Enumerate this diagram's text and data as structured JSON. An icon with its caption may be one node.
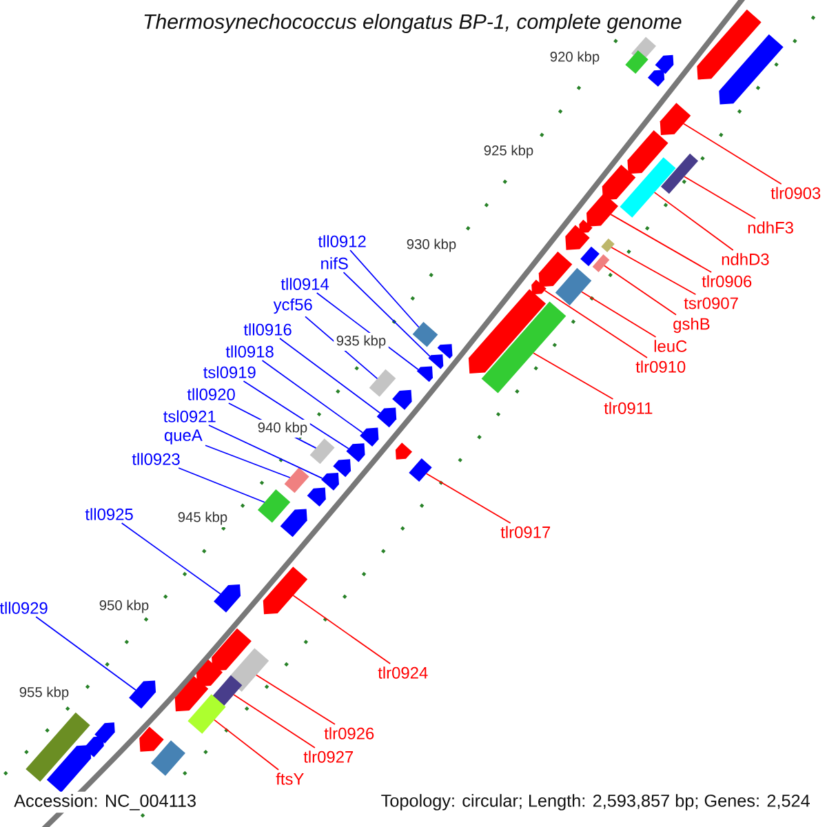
{
  "diagram": {
    "nodes": [
      {
        "text": [
          "tlr0903"
        ]
      },
      {
        "text": [
          "ndhF3"
        ]
      },
      {
        "text": [
          "ndhD3"
        ]
      },
      {
        "text": [
          "tlr0906"
        ]
      },
      {
        "text": [
          "tsr0907"
        ]
      },
      {
        "text": [
          "gshB"
        ]
      },
      {
        "text": [
          "leuC"
        ]
      },
      {
        "text": [
          "tlr0910"
        ]
      },
      {
        "text": [
          "tlr0911"
        ]
      },
      {
        "text": [
          "tlr0917"
        ]
      },
      {
        "text": [
          "tlr0924"
        ]
      },
      {
        "text": [
          "tlr0926"
        ]
      },
      {
        "text": [
          "tlr0927"
        ]
      },
      {
        "text": [
          "ftsY"
        ]
      },
      {
        "text": [
          "tll0912"
        ]
      },
      {
        "text": [
          "nifS"
        ]
      },
      {
        "text": [
          "tll0914"
        ]
      },
      {
        "text": [
          "ycf56"
        ]
      },
      {
        "text": [
          "tll0916"
        ]
      },
      {
        "text": [
          "tll0918"
        ]
      },
      {
        "text": [
          "tsl0919"
        ]
      },
      {
        "text": [
          "tll0920"
        ]
      },
      {
        "text": [
          "tsl0921"
        ]
      },
      {
        "text": [
          "queA"
        ]
      },
      {
        "text": [
          "tll0923"
        ]
      },
      {
        "text": [
          "tll0925"
        ]
      },
      {
        "text": [
          "tll0929"
        ]
      },
      {
        "text": [],
        "shape": "box"
      },
      {
        "text": [],
        "shape": "box"
      },
      {
        "text": [],
        "shape": "arrow"
      },
      {
        "text": [],
        "shape": "arrow"
      },
      {
        "text": [],
        "shape": "arrow"
      },
      {
        "text": [],
        "shape": "arrow"
      },
      {
        "text": [],
        "shape": "arrow"
      },
      {
        "text": [],
        "shape": "arrow"
      },
      {
        "text": [],
        "shape": "box"
      },
      {
        "text": [],
        "shape": "box"
      },
      {
        "text": [],
        "shape": "arrow"
      },
      {
        "text": [],
        "shape": "arrow"
      },
      {
        "text": [],
        "shape": "arrow"
      },
      {
        "text": [],
        "shape": "arrow"
      },
      {
        "text": [],
        "shape": "box"
      },
      {
        "text": [],
        "shape": "box"
      },
      {
        "text": [],
        "shape": "box"
      },
      {
        "text": [],
        "shape": "arrow"
      },
      {
        "text": [],
        "shape": "box"
      },
      {
        "text": [],
        "shape": "arrow"
      },
      {
        "text": [],
        "shape": "arrow"
      },
      {
        "text": [],
        "shape": "box"
      },
      {
        "text": [],
        "shape": "arrow"
      },
      {
        "text": [],
        "shape": "box"
      },
      {
        "text": [],
        "shape": "arrow"
      },
      {
        "text": [],
        "shape": "arrow"
      },
      {
        "text": [],
        "shape": "box"
      },
      {
        "text": [],
        "shape": "arrow"
      },
      {
        "text": [],
        "shape": "box"
      },
      {
        "text": [],
        "shape": "arrow"
      },
      {
        "text": [],
        "shape": "box"
      },
      {
        "text": [],
        "shape": "arrow"
      },
      {
        "text": [],
        "shape": "box"
      },
      {
        "text": [],
        "shape": "box"
      },
      {
        "text": [],
        "shape": "arrow"
      },
      {
        "text": [],
        "shape": "arrow"
      },
      {
        "text": [],
        "shape": "arrow"
      },
      {
        "text": [],
        "shape": "box"
      },
      {
        "text": [],
        "shape": "arrow"
      },
      {
        "text": [],
        "shape": "arrow"
      },
      {
        "text": [],
        "shape": "arrow"
      },
      {
        "text": [],
        "shape": "arrow"
      },
      {
        "text": [],
        "shape": "box"
      },
      {
        "text": [],
        "shape": "arrow"
      },
      {
        "text": [],
        "shape": "arrow"
      },
      {
        "text": [],
        "shape": "box"
      },
      {
        "text": [],
        "shape": "arrow"
      },
      {
        "text": [],
        "shape": "box"
      },
      {
        "text": [],
        "shape": "arrow"
      },
      {
        "text": [],
        "shape": "arrow"
      },
      {
        "text": [],
        "shape": "arrow"
      },
      {
        "text": [],
        "shape": "box"
      },
      {
        "text": [],
        "shape": "arrow"
      },
      {
        "text": [],
        "shape": "arrow"
      },
      {
        "text": [],
        "shape": "arrow"
      }
    ],
    "edges": [
      {
        "from": 0,
        "to": 33,
        "arrow": "none"
      },
      {
        "from": 1,
        "to": 35,
        "arrow": "none"
      },
      {
        "from": 2,
        "to": 36,
        "arrow": "none"
      },
      {
        "from": 3,
        "to": 38,
        "arrow": "none"
      },
      {
        "from": 4,
        "to": 41,
        "arrow": "none"
      },
      {
        "from": 5,
        "to": 43,
        "arrow": "none"
      },
      {
        "from": 6,
        "to": 45,
        "arrow": "none"
      },
      {
        "from": 7,
        "to": 46,
        "arrow": "none"
      },
      {
        "from": 8,
        "to": 48,
        "arrow": "none"
      },
      {
        "from": 9,
        "to": 50,
        "arrow": "none"
      },
      {
        "from": 10,
        "to": 51,
        "arrow": "none"
      },
      {
        "from": 11,
        "to": 53,
        "arrow": "none"
      },
      {
        "from": 12,
        "to": 55,
        "arrow": "none"
      },
      {
        "from": 13,
        "to": 57,
        "arrow": "none"
      },
      {
        "from": 14,
        "to": 60,
        "arrow": "none",
        "color": "#0000ff"
      },
      {
        "from": 15,
        "to": 62,
        "arrow": "none",
        "color": "#0000ff"
      },
      {
        "from": 16,
        "to": 63,
        "arrow": "none",
        "color": "#0000ff"
      },
      {
        "from": 17,
        "to": 64,
        "arrow": "none",
        "color": "#0000ff"
      },
      {
        "from": 18,
        "to": 66,
        "arrow": "none",
        "color": "#0000ff"
      },
      {
        "from": 19,
        "to": 67,
        "arrow": "none",
        "color": "#0000ff"
      },
      {
        "from": 20,
        "to": 68,
        "arrow": "none",
        "color": "#0000ff"
      },
      {
        "from": 21,
        "to": 69,
        "arrow": "none",
        "color": "#0000ff"
      },
      {
        "from": 22,
        "to": 71,
        "arrow": "none",
        "color": "#0000ff"
      },
      {
        "from": 23,
        "to": 72,
        "arrow": "none",
        "color": "#0000ff"
      },
      {
        "from": 24,
        "to": 74,
        "arrow": "none",
        "color": "#0000ff"
      },
      {
        "from": 25,
        "to": 76,
        "arrow": "none",
        "color": "#0000ff"
      },
      {
        "from": 26,
        "to": 77,
        "arrow": "none",
        "color": "#0000ff"
      }
    ],
    "labels": [
      "Thermosynechococcus elongatus BP-1, complete genome",
      "920 kbp",
      "925 kbp",
      "930 kbp",
      "935 kbp",
      "940 kbp",
      "945 kbp",
      "950 kbp",
      "955 kbp",
      "Accession: NC_004113",
      "Topology: circular; Length: 2,593,857 bp; Genes: 2,524"
    ]
  }
}
